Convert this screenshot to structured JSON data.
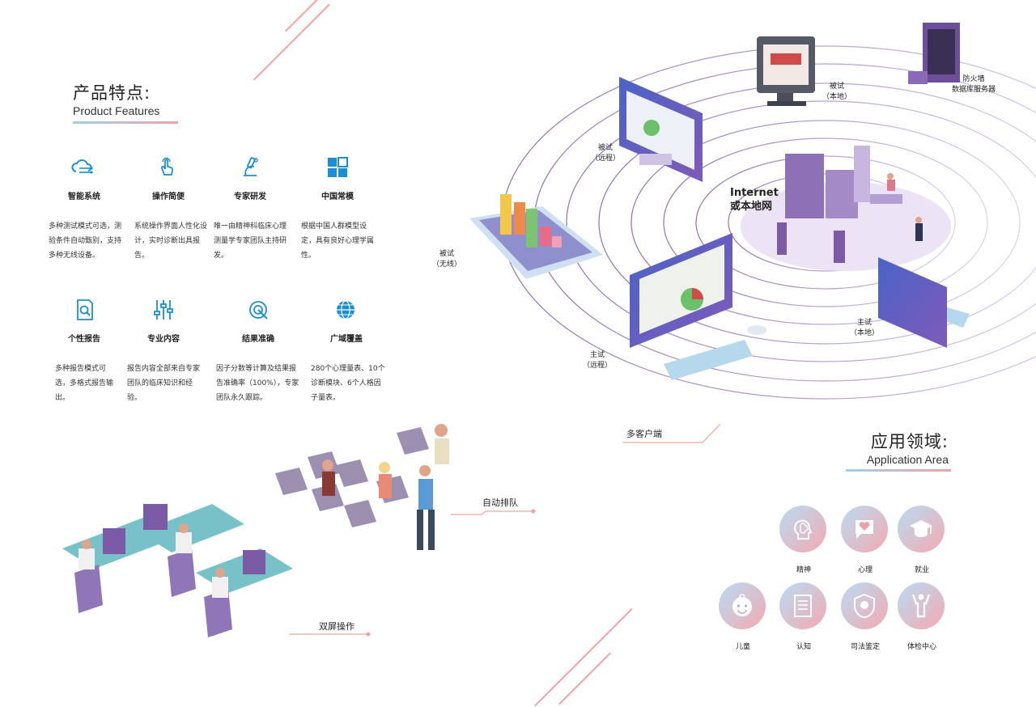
{
  "features_section": {
    "title_cn": "产品特点:",
    "title_en": "Product Features"
  },
  "features": [
    {
      "icon": "cloud-network-icon",
      "name": "智能系统",
      "desc": "多种测试模式可选，测验条件自动甄别，支持多种无线设备。"
    },
    {
      "icon": "pointer-hand-icon",
      "name": "操作简便",
      "desc": "系统操作界面人性化设计，实时诊断出具报告。"
    },
    {
      "icon": "microscope-icon",
      "name": "专家研发",
      "desc": "唯一由精神科临床心理测量学专家团队主持研发。"
    },
    {
      "icon": "grid-modules-icon",
      "name": "中国常模",
      "desc": "根据中国人群模型设定，具有良好心理学属性。"
    },
    {
      "icon": "report-search-icon",
      "name": "个性报告",
      "desc": "多种报告模式可选，多格式报告输出。"
    },
    {
      "icon": "sliders-icon",
      "name": "专业内容",
      "desc": "报告内容全部来自专家团队的临床知识和经验。"
    },
    {
      "icon": "target-icon",
      "name": "结果准确",
      "desc": "因子分数等计算及结果报告准确率（100%），专家团队永久跟踪。"
    },
    {
      "icon": "globe-icon",
      "name": "广域覆盖",
      "desc": "280个心理量表、10个诊断模块、6个人格因子量表。"
    }
  ],
  "network": {
    "hub_line1": "Internet",
    "hub_line2": "或本地网",
    "labels": {
      "tested_local": [
        "被试",
        "（本地）"
      ],
      "firewall": [
        "防火墙",
        "数据库服务器"
      ],
      "tested_remote": [
        "被试",
        "（远程）"
      ],
      "tested_wireless": [
        "被试",
        "（无线）"
      ],
      "host_local": [
        "主试",
        "（本地）"
      ],
      "host_remote": [
        "主试",
        "（远程）"
      ]
    },
    "callouts": {
      "multi_client": "多客户端",
      "auto_queue": "自动排队",
      "dual_screen": "双屏操作"
    }
  },
  "application_section": {
    "title_cn": "应用领域:",
    "title_en": "Application Area"
  },
  "applications": [
    {
      "icon": "brain-head-icon",
      "label": "精神"
    },
    {
      "icon": "heart-bubble-icon",
      "label": "心理"
    },
    {
      "icon": "graduation-cap-icon",
      "label": "就业"
    },
    {
      "icon": "baby-face-icon",
      "label": "儿童"
    },
    {
      "icon": "document-icon",
      "label": "认知"
    },
    {
      "icon": "shield-badge-icon",
      "label": "司法鉴定"
    },
    {
      "icon": "person-arms-up-icon",
      "label": "体检中心"
    }
  ],
  "colors": {
    "accent_blue": "#1a8fd6",
    "accent_pink": "#f2a3a3",
    "purple": "#7b5aa6"
  }
}
